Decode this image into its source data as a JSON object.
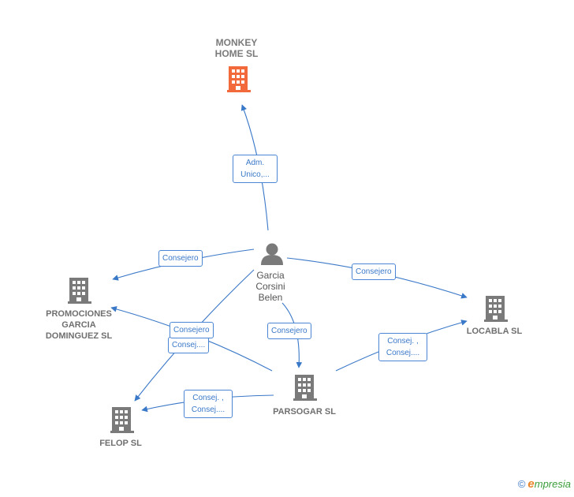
{
  "nodes": {
    "monkey": {
      "label": "MONKEY\nHOME  SL",
      "icon": "building-icon",
      "color": "#f26a3b"
    },
    "person": {
      "label": "Garcia\nCorsini\nBelen",
      "icon": "person-icon",
      "color": "#7a7a7a"
    },
    "promociones": {
      "label": "PROMOCIONES\nGARCIA\nDOMINGUEZ SL",
      "icon": "building-icon",
      "color": "#7a7a7a"
    },
    "locabla": {
      "label": "LOCABLA SL",
      "icon": "building-icon",
      "color": "#7a7a7a"
    },
    "parsogar": {
      "label": "PARSOGAR SL",
      "icon": "building-icon",
      "color": "#7a7a7a"
    },
    "felop": {
      "label": "FELOP SL",
      "icon": "building-icon",
      "color": "#7a7a7a"
    }
  },
  "edges": {
    "person_monkey": "Adm.\nUnico,...",
    "person_promociones": "Consejero",
    "person_locabla": "Consejero",
    "person_felop": "Consejero",
    "person_parsogar": "Consejero",
    "parsogar_promociones": "Consej....",
    "parsogar_locabla": "Consej. ,\nConsej....",
    "parsogar_felop": "Consej. ,\nConsej...."
  },
  "colors": {
    "edge": "#3a78c8",
    "accent": "#f26a3b"
  },
  "footer": {
    "copyright": "©",
    "brand_initial": "e",
    "brand_rest": "mpresia"
  }
}
